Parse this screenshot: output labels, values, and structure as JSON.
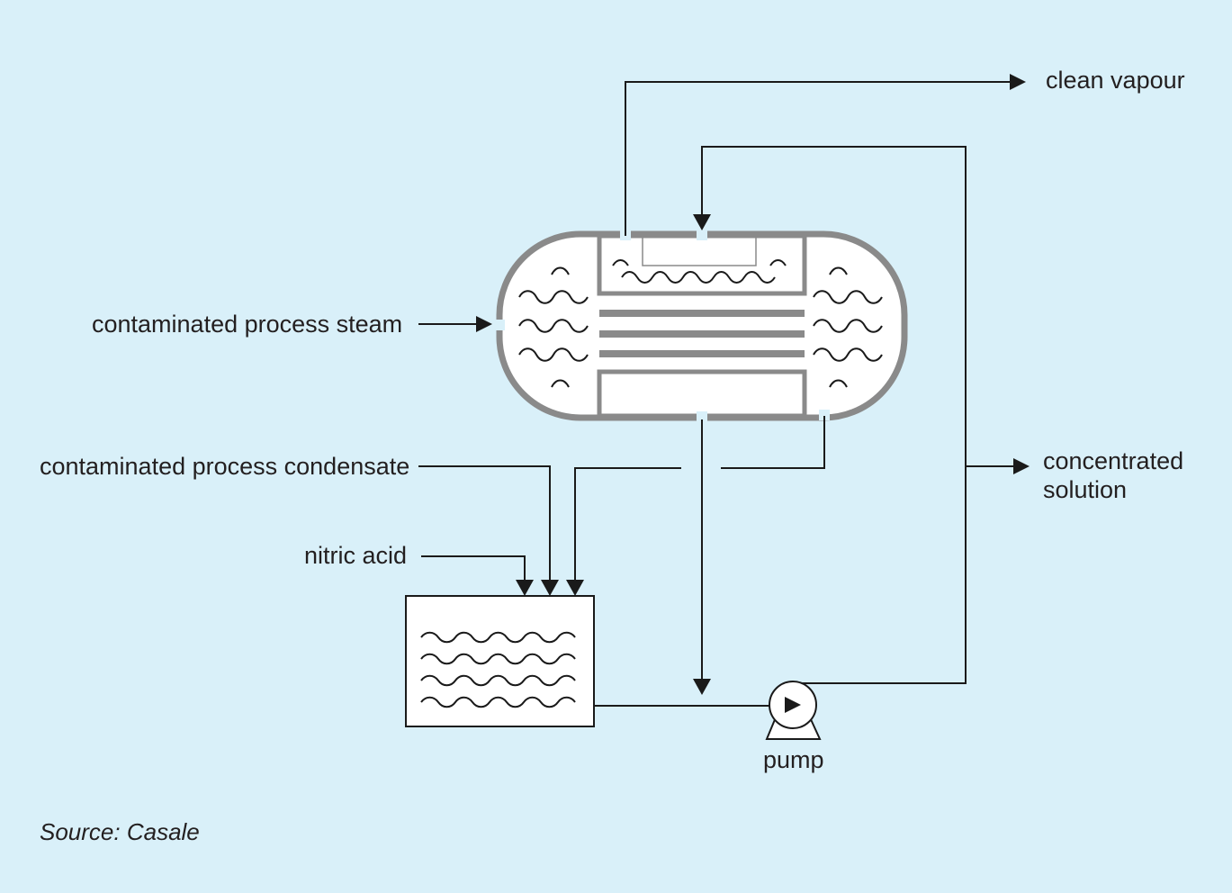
{
  "labels": {
    "clean_vapour": "clean vapour",
    "contaminated_steam": "contaminated process steam",
    "contaminated_condensate": "contaminated process condensate",
    "nitric_acid": "nitric acid",
    "concentrated_solution_line1": "concentrated",
    "concentrated_solution_line2": "solution",
    "pump": "pump",
    "source": "Source: Casale"
  },
  "colors": {
    "background": "#d9f0f9",
    "vessel_wall": "#8a8a8a",
    "line": "#1a1a1a",
    "fill": "#ffffff"
  }
}
